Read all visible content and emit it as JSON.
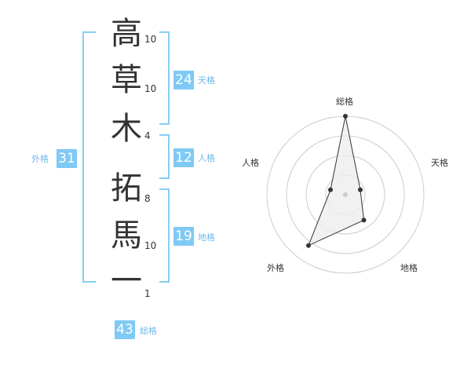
{
  "name_chars": [
    {
      "char": "高",
      "strokes": "10"
    },
    {
      "char": "草",
      "strokes": "10"
    },
    {
      "char": "木",
      "strokes": "4"
    },
    {
      "char": "拓",
      "strokes": "8"
    },
    {
      "char": "馬",
      "strokes": "10"
    },
    {
      "char": "一",
      "strokes": "1"
    }
  ],
  "kaku": {
    "tenkaku": {
      "label": "天格",
      "value": "24"
    },
    "jinkaku": {
      "label": "人格",
      "value": "12"
    },
    "chikaku": {
      "label": "地格",
      "value": "19"
    },
    "gaikaku": {
      "label": "外格",
      "value": "31"
    },
    "soukaku": {
      "label": "総格",
      "value": "43"
    }
  },
  "radar": {
    "axes": [
      "総格",
      "天格",
      "地格",
      "外格",
      "人格"
    ],
    "levels": [
      1,
      0.2,
      0.4,
      0.8,
      0.2
    ],
    "max": 1,
    "rings": 4,
    "colors": {
      "ring": "#cccccc",
      "fill": "#eeeeee",
      "stroke": "#333333",
      "point": "#333333",
      "center": "#cccccc"
    }
  },
  "colors": {
    "badge": "#7fcaf5",
    "bracket": "#88cdf4",
    "label": "#6fb9e8"
  }
}
